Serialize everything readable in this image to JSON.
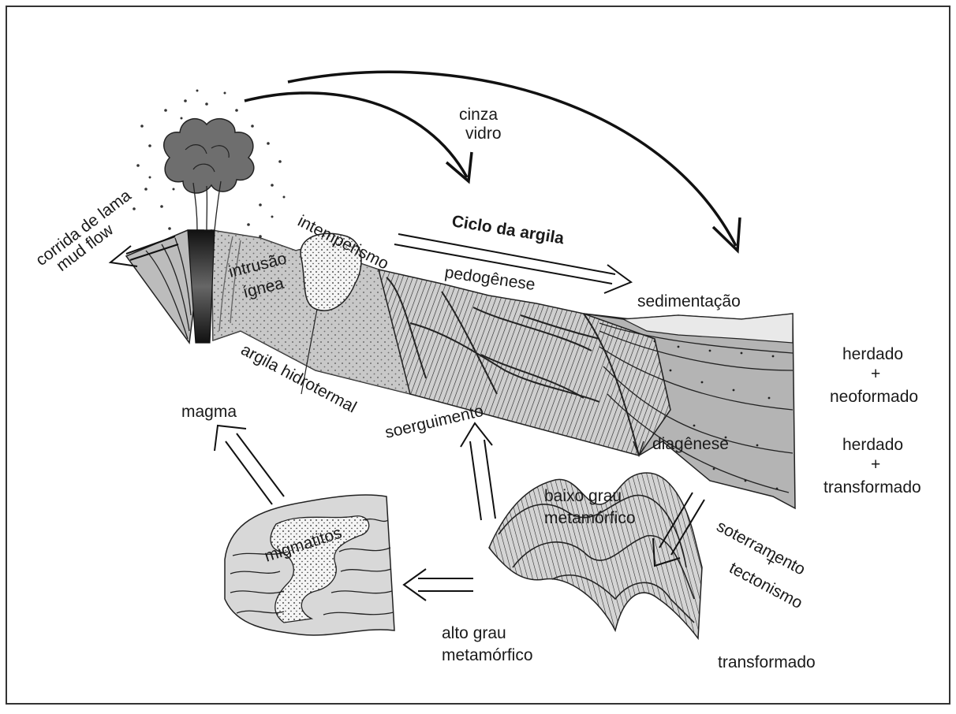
{
  "labels": {
    "cinza": "cinza",
    "vidro": "vidro",
    "corrida_line1": "corrida de lama",
    "corrida_line2": "mud flow",
    "intemperismo": "intemperismo",
    "ciclo": "Ciclo da argila",
    "pedogenese": "pedogênese",
    "sedimentacao": "sedimentação",
    "intrusao_line1": "intrusão",
    "intrusao_line2": "ígnea",
    "argila_hidrotermal": "argila hidrotermal",
    "herdado1": "herdado",
    "plus1": "+",
    "neoformado": "neoformado",
    "herdado2": "herdado",
    "plus2": "+",
    "transformado_side": "transformado",
    "magma": "magma",
    "soerguimento": "soerguimento",
    "diagenese": "diagênese",
    "migmatitos": "migmatitos",
    "baixo_line1": "baixo grau",
    "baixo_line2": "metamórfico",
    "soterramento_line1": "soterramento",
    "soterramento_plus": "+",
    "soterramento_line2": "tectonismo",
    "alto_line1": "alto grau",
    "alto_line2": "metamórfico",
    "transformado_bottom": "transformado"
  }
}
